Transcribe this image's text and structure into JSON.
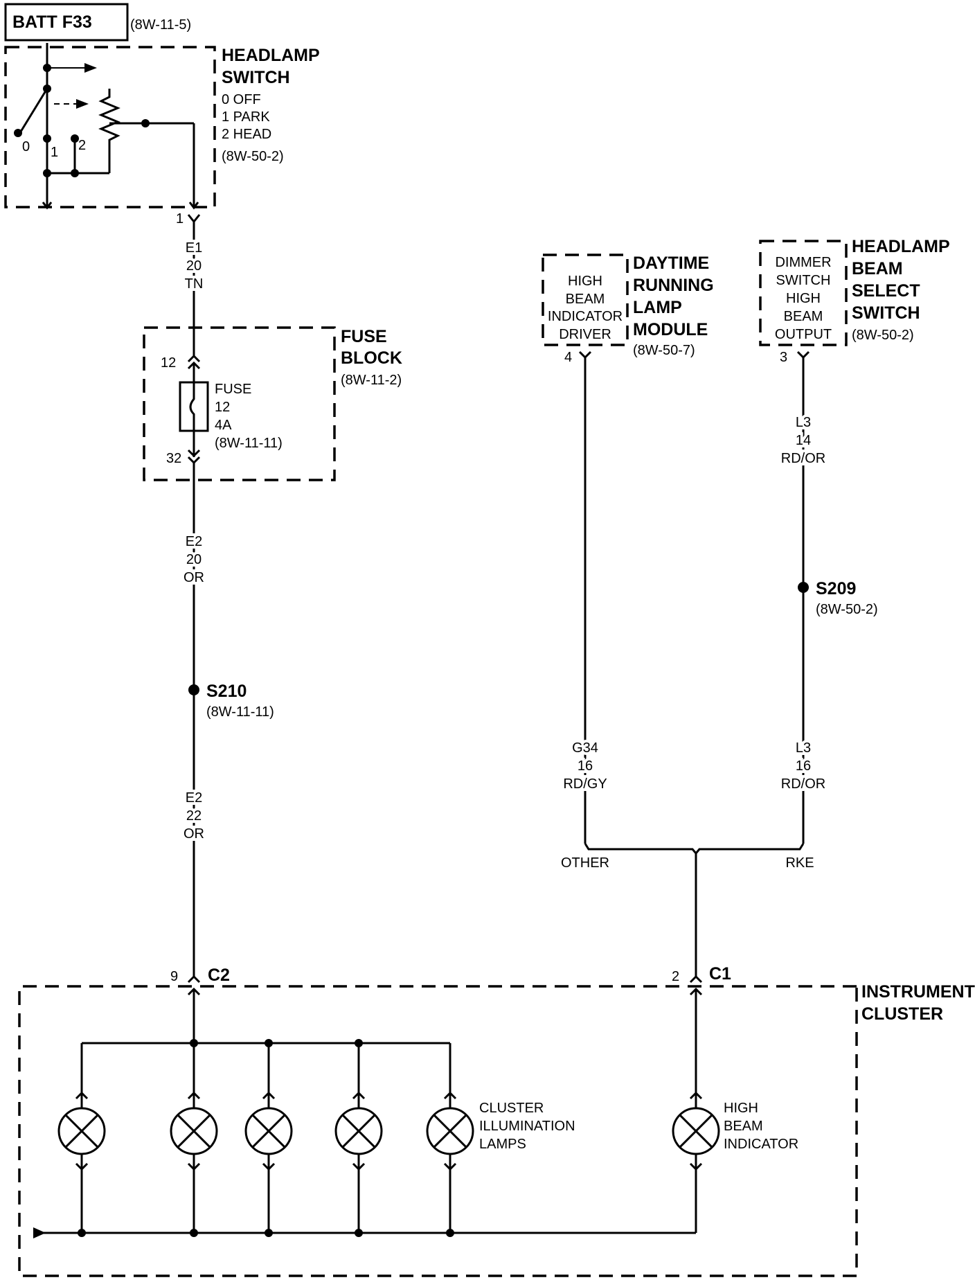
{
  "batt": {
    "label": "BATT F33",
    "ref": "(8W-11-5)"
  },
  "headlamp_switch": {
    "title1": "HEADLAMP",
    "title2": "SWITCH",
    "pos0": "0 OFF",
    "pos1": "1 PARK",
    "pos2": "2 HEAD",
    "ref": "(8W-50-2)",
    "term0": "0",
    "term1": "1",
    "term2": "2",
    "pin": "1"
  },
  "wire_e1": {
    "circuit": "E1",
    "gauge": "20",
    "color": "TN"
  },
  "fuse_block": {
    "title1": "FUSE",
    "title2": "BLOCK",
    "ref": "(8W-11-2)",
    "pin_in": "12",
    "pin_out": "32",
    "fuse_l1": "FUSE",
    "fuse_l2": "12",
    "fuse_l3": "4A",
    "fuse_ref": "(8W-11-11)"
  },
  "wire_e2_a": {
    "circuit": "E2",
    "gauge": "20",
    "color": "OR"
  },
  "splice_s210": {
    "label": "S210",
    "ref": "(8W-11-11)"
  },
  "wire_e2_b": {
    "circuit": "E2",
    "gauge": "22",
    "color": "OR"
  },
  "drl_module": {
    "inner1": "HIGH",
    "inner2": "BEAM",
    "inner3": "INDICATOR",
    "inner4": "DRIVER",
    "title1": "DAYTIME",
    "title2": "RUNNING",
    "title3": "LAMP",
    "title4": "MODULE",
    "ref": "(8W-50-7)",
    "pin": "4"
  },
  "beam_select": {
    "inner1": "DIMMER",
    "inner2": "SWITCH",
    "inner3": "HIGH",
    "inner4": "BEAM",
    "inner5": "OUTPUT",
    "title1": "HEADLAMP",
    "title2": "BEAM",
    "title3": "SELECT",
    "title4": "SWITCH",
    "ref": "(8W-50-2)",
    "pin": "3"
  },
  "wire_l3_a": {
    "circuit": "L3",
    "gauge": "14",
    "color": "RD/OR"
  },
  "splice_s209": {
    "label": "S209",
    "ref": "(8W-50-2)"
  },
  "wire_g34": {
    "circuit": "G34",
    "gauge": "16",
    "color": "RD/GY"
  },
  "wire_l3_b": {
    "circuit": "L3",
    "gauge": "16",
    "color": "RD/OR"
  },
  "options": {
    "other": "OTHER",
    "rke": "RKE"
  },
  "connector_c2": {
    "label": "C2",
    "pin": "9"
  },
  "connector_c1": {
    "label": "C1",
    "pin": "2"
  },
  "cluster": {
    "title1": "INSTRUMENT",
    "title2": "CLUSTER",
    "illum1": "CLUSTER",
    "illum2": "ILLUMINATION",
    "illum3": "LAMPS",
    "hbi1": "HIGH",
    "hbi2": "BEAM",
    "hbi3": "INDICATOR"
  }
}
